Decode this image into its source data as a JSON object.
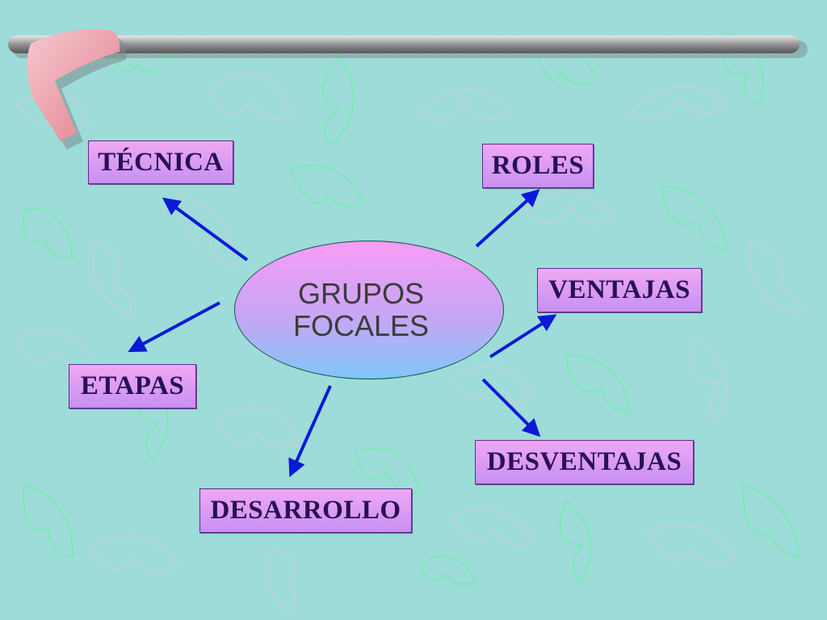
{
  "center": {
    "line1": "GRUPOS",
    "line2": "FOCALES"
  },
  "nodes": {
    "tecnica": "TÉCNICA",
    "roles": "ROLES",
    "ventajas": "VENTAJAS",
    "etapas": "ETAPAS",
    "desventajas": "DESVENTAJAS",
    "desarrollo": "DESARROLLO"
  },
  "colors": {
    "background": "#9ddcd8",
    "arrow": "#0a1ad6",
    "box_fill_top": "#f0a8f4",
    "box_fill_bottom": "#c790f2",
    "box_text": "#2a0f55",
    "ellipse_top": "#f79cf6",
    "ellipse_bottom": "#7fc6f8"
  }
}
